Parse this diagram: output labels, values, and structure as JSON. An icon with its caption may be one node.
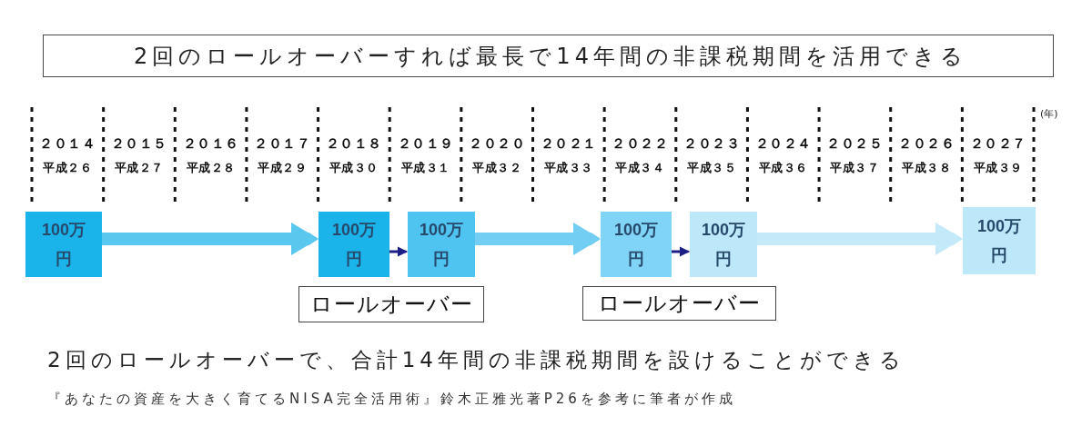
{
  "diagram": {
    "title": "2回のロールオーバーすれば最長で14年間の非課税期間を活用できる",
    "nodes": [
      {
        "text": [
          "100万円"
        ]
      },
      {
        "text": [
          "100万円"
        ]
      },
      {
        "text": [
          "100万円"
        ]
      },
      {
        "text": [
          "100万円"
        ]
      },
      {
        "text": [
          "100万円"
        ]
      },
      {
        "text": [
          "100万円"
        ]
      },
      {
        "text": [
          "ロールオーバー"
        ]
      },
      {
        "text": [
          "ロールオーバー"
        ]
      }
    ],
    "edges": [
      {
        "from": 0,
        "to": 1,
        "arrow": "to",
        "color": "#5ac7ef"
      },
      {
        "from": 1,
        "to": 2,
        "arrow": "to",
        "color": "#1c1f86"
      },
      {
        "from": 2,
        "to": 3,
        "arrow": "to",
        "color": "#72cef2"
      },
      {
        "from": 3,
        "to": 4,
        "arrow": "to",
        "color": "#1c1f86"
      },
      {
        "from": 4,
        "to": 5,
        "arrow": "to",
        "color": "#c4e9f8"
      }
    ],
    "labels": [
      "(年)",
      "２０１４",
      "２０１５",
      "２０１６",
      "２０１７",
      "２０１８",
      "２０１９",
      "２０２０",
      "２０２１",
      "２０２２",
      "２０２３",
      "２０２４",
      "２０２５",
      "２０２６",
      "２０２７",
      "平成２６",
      "平成２７",
      "平成２８",
      "平成２９",
      "平成３０",
      "平成３１",
      "平成３２",
      "平成３３",
      "平成３４",
      "平成３５",
      "平成３６",
      "平成３７",
      "平成３８",
      "平成３９",
      "『あなたの資産を大きく育てるNISA完全活用術』鈴木正雅光著P26を参考に筆者が作成"
    ],
    "caption": "2回のロールオーバーで、合計14年間の非課税期間を設けることができる"
  }
}
